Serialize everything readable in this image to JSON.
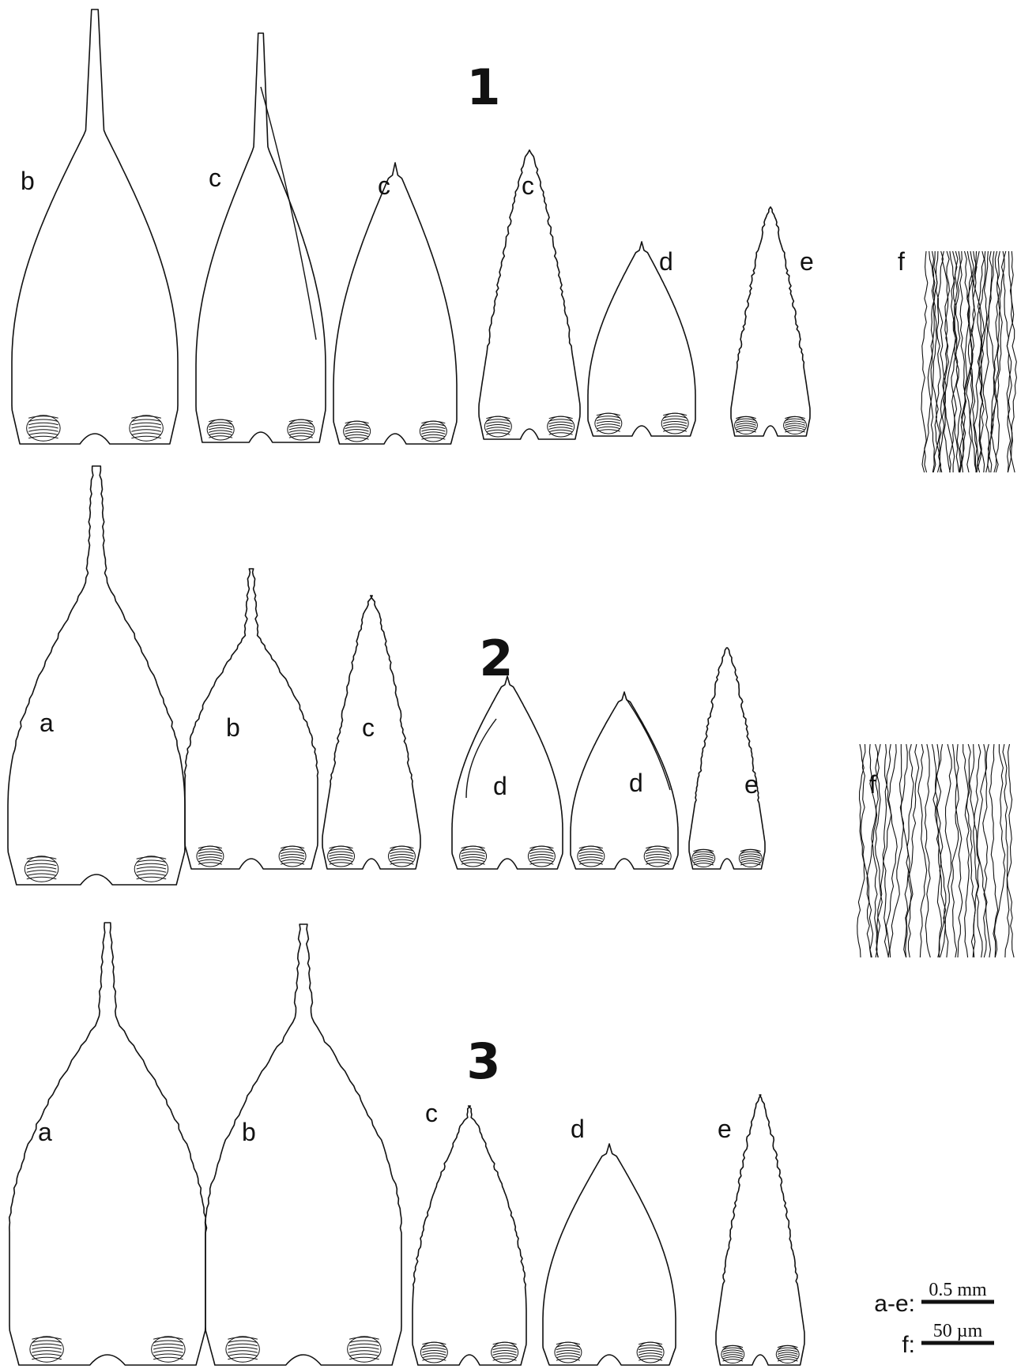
{
  "figures": [
    {
      "number": "1",
      "panels": [
        {
          "label": "b",
          "shape": "long-acuminate"
        },
        {
          "label": "c",
          "shape": "long-acuminate-folded"
        },
        {
          "label": "c",
          "shape": "ovate-acute"
        },
        {
          "label": "c",
          "shape": "lanceolate-serrulate"
        },
        {
          "label": "d",
          "shape": "ovate-short"
        },
        {
          "label": "e",
          "shape": "narrow-lanceolate"
        },
        {
          "label": "f",
          "shape": "cell-network"
        }
      ]
    },
    {
      "number": "2",
      "panels": [
        {
          "label": "a",
          "shape": "cordate-long-acumen"
        },
        {
          "label": "b",
          "shape": "ovate-acuminate"
        },
        {
          "label": "c",
          "shape": "lanceolate-serrulate"
        },
        {
          "label": "d",
          "shape": "ovate-folded"
        },
        {
          "label": "d",
          "shape": "ovate-folded"
        },
        {
          "label": "e",
          "shape": "narrow-lanceolate"
        },
        {
          "label": "f",
          "shape": "cell-network"
        }
      ]
    },
    {
      "number": "3",
      "panels": [
        {
          "label": "a",
          "shape": "cordate-acuminate"
        },
        {
          "label": "b",
          "shape": "cordate-acuminate"
        },
        {
          "label": "c",
          "shape": "ovate-acute"
        },
        {
          "label": "d",
          "shape": "ovate-short"
        },
        {
          "label": "e",
          "shape": "narrow-lanceolate"
        }
      ]
    }
  ],
  "scale_bars": [
    {
      "label": "a-e:",
      "value": "0.5 mm"
    },
    {
      "label": "f:",
      "value": "50 µm"
    }
  ]
}
